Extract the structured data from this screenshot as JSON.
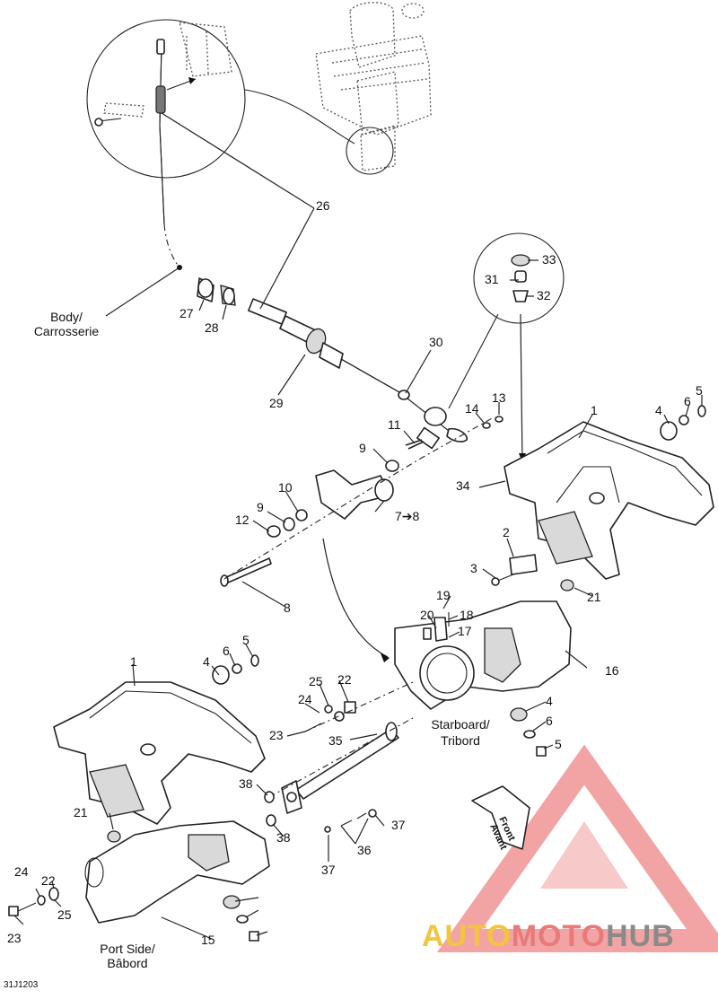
{
  "diagram": {
    "code": "31J1203",
    "callouts": [
      "1",
      "1",
      "2",
      "3",
      "4",
      "4",
      "4",
      "5",
      "5",
      "5",
      "6",
      "6",
      "6",
      "7➔8",
      "8",
      "9",
      "9",
      "10",
      "11",
      "12",
      "13",
      "14",
      "15",
      "16",
      "17",
      "18",
      "19",
      "20",
      "21",
      "21",
      "22",
      "22",
      "23",
      "23",
      "24",
      "24",
      "25",
      "25",
      "26",
      "27",
      "28",
      "29",
      "30",
      "31",
      "32",
      "33",
      "34",
      "35",
      "36",
      "37",
      "37",
      "38",
      "38"
    ],
    "labels": {
      "body_line1": "Body/",
      "body_line2": "Carrosserie",
      "starboard_line1": "Starboard/",
      "starboard_line2": "Tribord",
      "port_line1": "Port Side/",
      "port_line2": "Bâbord",
      "front_line1": "Front",
      "front_line2": "Avant"
    }
  },
  "watermark": {
    "part1": "AUTO",
    "part2": "MOTO",
    "part3": "HUB",
    "colors": {
      "triangle": "#e85a5a",
      "yellow": "#f2c53d",
      "red": "#e87a7a",
      "gray": "#8a8a8a"
    }
  }
}
